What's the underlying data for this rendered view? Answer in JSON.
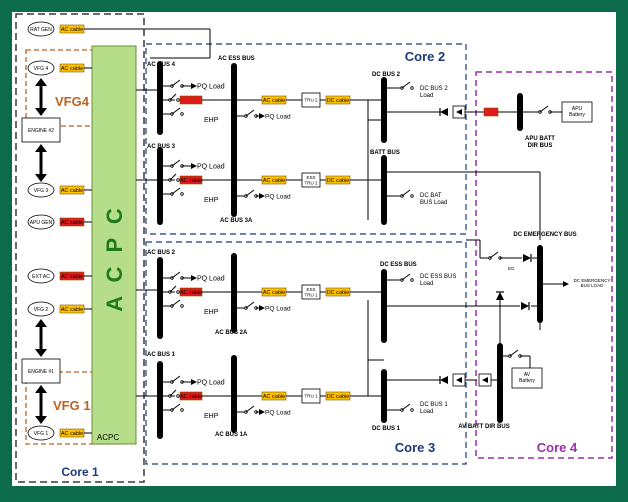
{
  "colors": {
    "frame": "#0b6b4a",
    "paper": "#ffffff",
    "acpc_fill": "#b6dd8a",
    "acpc_text": "#1f7a1f",
    "core1_border": "#3a3a3a",
    "core23_border": "#1e3a7a",
    "core4_border": "#9b2fae",
    "vfg_box": "#c0621e",
    "ac_cable_fill": "#ffc000",
    "dc_cable_fill": "#ffc000",
    "red_cable_fill": "#e01a1a",
    "bus": "#000000",
    "core_title": "#1e3a7a",
    "core4_title": "#9b2fae"
  },
  "cores": {
    "core1": "Core 1",
    "core2": "Core 2",
    "core3": "Core 3",
    "core4": "Core 4"
  },
  "acpc": {
    "big_label": "A C P C",
    "small_label": "ACPC"
  },
  "vfg_group_labels": {
    "top": "VFG4",
    "bottom": "VFG 1"
  },
  "left_sources": {
    "rat_gen": "RAT GEN",
    "vfg4": "VFG 4",
    "engine2": "ENGINE #2",
    "vfg3": "VFG 3",
    "apu_gen": "APU GEN",
    "ext_ac": "EXT AC",
    "vfg2": "VFG 2",
    "engine1": "ENGINE #1",
    "vfg1": "VFG 1"
  },
  "cable_tags": {
    "ac": "AC cable",
    "dc": "DC cable"
  },
  "ac_buses": {
    "bus4": "AC BUS 4",
    "ess": "AC ESS BUS",
    "bus3": "AC BUS 3",
    "bus3a": "AC BUS 3A",
    "bus2": "AC BUS 2",
    "bus2a": "AC BUS 2A",
    "bus1": "AC BUS 1",
    "bus1a": "AC BUS 1A"
  },
  "loads": {
    "pq": "PQ Load",
    "ehp": "EHP",
    "pq_small": "PQ Load"
  },
  "converters": {
    "tru2": "TRU 2",
    "ess_tru2": "ESS\nTRU 2",
    "ess_tru1": "ESS\nTRU 1",
    "tru1": "TRU 1"
  },
  "dc_buses": {
    "bus2": "DC BUS 2",
    "bus2_load": "DC BUS 2\nLoad",
    "batt": "BATT BUS",
    "batt_load": "DC BAT\nBUS Load",
    "ess": "DC ESS BUS",
    "ess_load": "DC ESS BUS\nLoad",
    "bus1": "DC BUS 1",
    "bus1_load": "DC BUS 1\nLoad"
  },
  "core4": {
    "apu_battery": "APU\nBattery",
    "apu_batt_dir_bus": "APU BATT\nDIR BUS",
    "dc_emergency_bus": "DC EMERGENCY BUS",
    "eg": "EG",
    "dc_emergency_load": "DC EMERGENCY\nBUS LOAD",
    "av_battery": "AV\nBattery",
    "av_batt_dir_bus": "AV BATT DIR BUS"
  }
}
